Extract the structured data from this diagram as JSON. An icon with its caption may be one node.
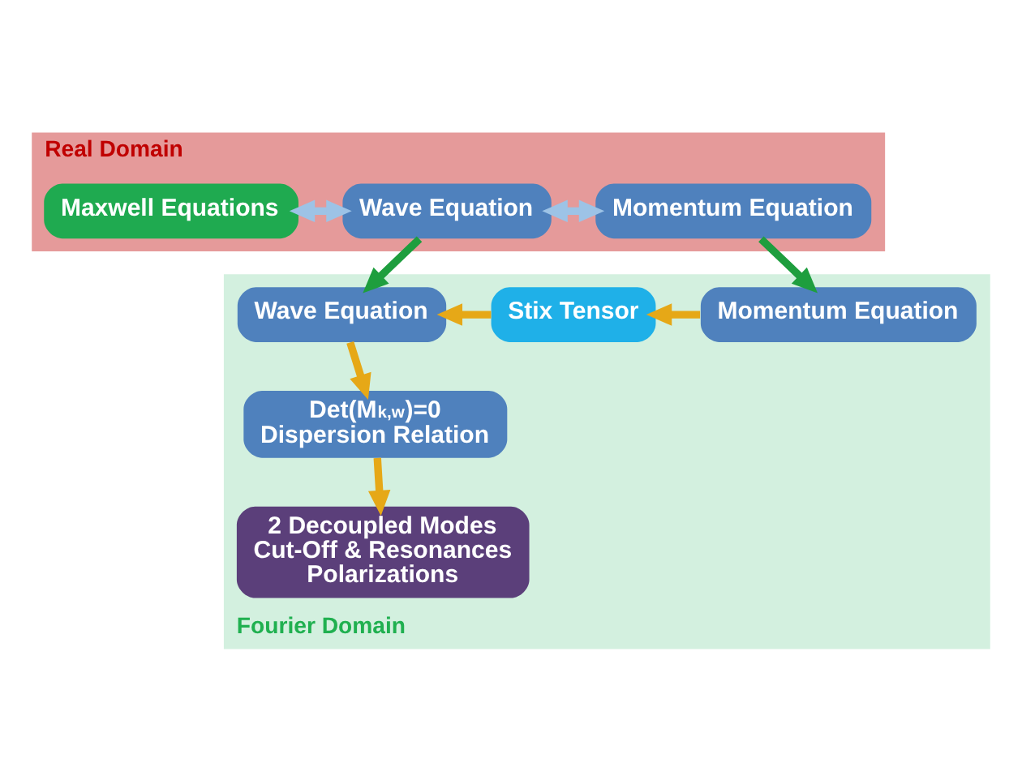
{
  "diagram": {
    "nodes": [
      {
        "text": [
          "Real Domain"
        ]
      },
      {
        "text": [
          "Maxwell Equations"
        ],
        "in": 0
      },
      {
        "text": [
          "Wave Equation"
        ],
        "in": 0
      },
      {
        "text": [
          "Momentum Equation"
        ],
        "in": 0
      },
      {
        "text": [
          "Fourier Domain"
        ]
      },
      {
        "text": [
          "Wave Equation"
        ],
        "in": 4
      },
      {
        "text": [
          "Stix Tensor"
        ],
        "in": 4
      },
      {
        "text": [
          "Momentum Equation"
        ],
        "in": 4
      },
      {
        "text": [
          "Det(M$_{k,w}$)=0 Dispersion Relation"
        ],
        "in": 4
      },
      {
        "text": [
          "2 Decoupled Modes Cut-Off & Resonances Polarizations"
        ],
        "in": 4
      }
    ],
    "edges": [
      {
        "from": 1,
        "to": 2,
        "arrow": "both",
        "color": "#9dc3e6"
      },
      {
        "from": 2,
        "to": 3,
        "arrow": "both",
        "color": "#9dc3e6"
      },
      {
        "from": 2,
        "to": 5,
        "arrow": "to",
        "color": "#1e9e3e"
      },
      {
        "from": 3,
        "to": 7,
        "arrow": "to",
        "color": "#1e9e3e"
      },
      {
        "from": 7,
        "to": 6,
        "arrow": "to"
      },
      {
        "from": 6,
        "to": 5,
        "arrow": "to"
      },
      {
        "from": 5,
        "to": 8,
        "arrow": "to"
      },
      {
        "from": 8,
        "to": 9,
        "arrow": "to"
      }
    ]
  }
}
